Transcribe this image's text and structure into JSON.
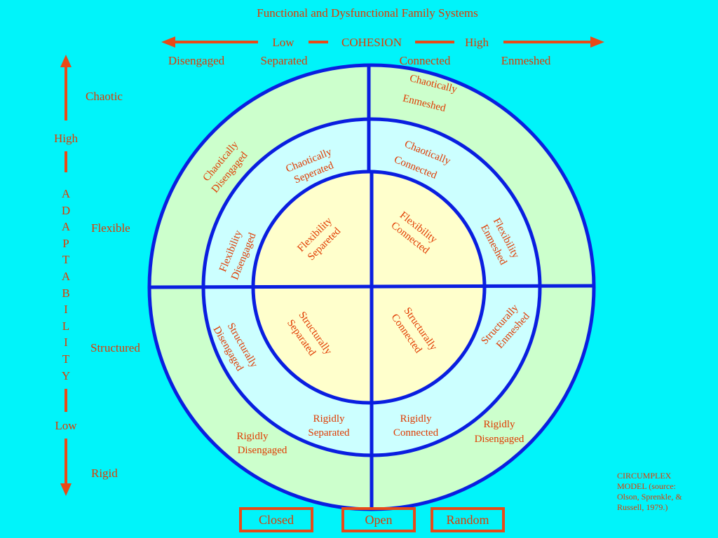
{
  "title": "Functional and Dysfunctional Family Systems",
  "cohesion": {
    "low": "Low",
    "label": "COHESION",
    "high": "High",
    "levels": [
      "Disengaged",
      "Separated",
      "Connected",
      "Enmeshed"
    ]
  },
  "adaptability": {
    "high": "High",
    "low": "Low",
    "letters": [
      "A",
      "D",
      "A",
      "P",
      "T",
      "A",
      "B",
      "I",
      "L",
      "I",
      "T",
      "Y"
    ],
    "levels": [
      "Chaotic",
      "Flexible",
      "Structured",
      "Rigid"
    ]
  },
  "regions": {
    "chaotically_enmeshed": [
      "Chaotically",
      "Enmeshed"
    ],
    "chaotically_disengaged": [
      "Chaotically",
      "Disengaged"
    ],
    "chaotically_separated": [
      "Chaotically",
      "Seperated"
    ],
    "chaotically_connected": [
      "Chaotically",
      "Connected"
    ],
    "flexibility_disengaged": [
      "Flexibility",
      "Disengaged"
    ],
    "flexibility_separated": [
      "Flexibility",
      "Separeted"
    ],
    "flexibility_connected": [
      "Flexibility",
      "Connected"
    ],
    "flexibility_enmeshed": [
      "Flexibility",
      "Enmeshed"
    ],
    "structurally_disengaged": [
      "Structurally",
      "Disengaged"
    ],
    "structurally_separated": [
      "Structurally",
      "Separated"
    ],
    "structurally_connected": [
      "Structurally",
      "Connected"
    ],
    "structurally_enmeshed": [
      "Structurally",
      "Enmeshed"
    ],
    "rigidly_disengaged_left": [
      "Rigidly",
      "Disengaged"
    ],
    "rigidly_separated": [
      "Rigidly",
      "Separated"
    ],
    "rigidly_connected": [
      "Rigidly",
      "Connected"
    ],
    "rigidly_disengaged_right": [
      "Rigidly",
      "Disengaged"
    ]
  },
  "buttons": {
    "closed": "Closed",
    "open": "Open",
    "random": "Random"
  },
  "source_note": "CIRCUMPLEX MODEL (source: Olson, Sprenkle, & Russell, 1979.)",
  "colors": {
    "background": "#00f4fa",
    "text": "#e03a00",
    "arrow": "#e84a18",
    "ring_stroke": "#0a1ee0",
    "outer_ring": "#ccffcc",
    "middle_ring": "#ccffff",
    "inner_circle": "#ffffcc"
  }
}
